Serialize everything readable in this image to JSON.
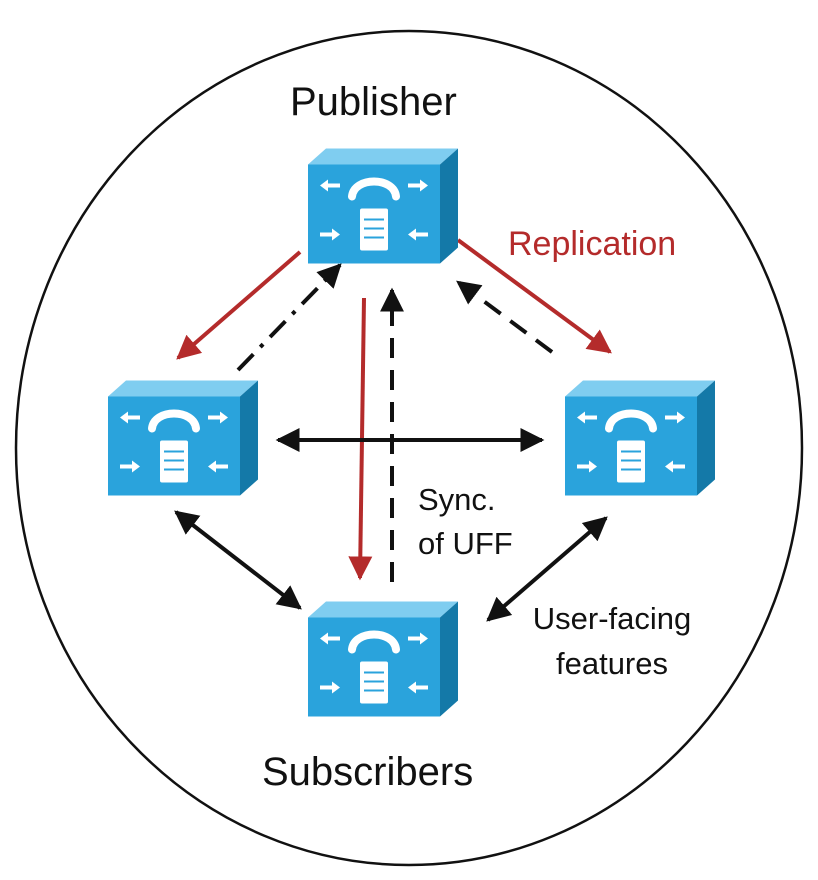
{
  "labels": {
    "publisher": "Publisher",
    "replication": "Replication",
    "sync_line1": "Sync.",
    "sync_line2": "of UFF",
    "uff_line1": "User-facing",
    "uff_line2": "features",
    "subscribers": "Subscribers"
  },
  "colors": {
    "replication": "#b42b2b",
    "sync": "#111111",
    "uff": "#111111",
    "server_front": "#2aa3dc",
    "server_top": "#7fcdf0",
    "server_side": "#1479a8"
  },
  "nodes": [
    {
      "id": "publisher",
      "role": "publisher",
      "icon": "server-icon"
    },
    {
      "id": "subscriber-left",
      "role": "subscriber",
      "icon": "server-icon"
    },
    {
      "id": "subscriber-right",
      "role": "subscriber",
      "icon": "server-icon"
    },
    {
      "id": "subscriber-bottom",
      "role": "subscriber",
      "icon": "server-icon"
    }
  ],
  "edges": [
    {
      "from": "publisher",
      "to": "subscriber-left",
      "kind": "replication"
    },
    {
      "from": "publisher",
      "to": "subscriber-bottom",
      "kind": "replication"
    },
    {
      "from": "publisher",
      "to": "subscriber-right",
      "kind": "replication"
    },
    {
      "from": "subscriber-left",
      "to": "publisher",
      "kind": "sync"
    },
    {
      "from": "subscriber-bottom",
      "to": "publisher",
      "kind": "sync"
    },
    {
      "from": "subscriber-right",
      "to": "publisher",
      "kind": "sync"
    },
    {
      "from": "subscriber-left",
      "to": "subscriber-right",
      "kind": "uff",
      "bidirectional": true
    },
    {
      "from": "subscriber-left",
      "to": "subscriber-bottom",
      "kind": "uff",
      "bidirectional": true
    },
    {
      "from": "subscriber-right",
      "to": "subscriber-bottom",
      "kind": "uff",
      "bidirectional": true
    }
  ]
}
